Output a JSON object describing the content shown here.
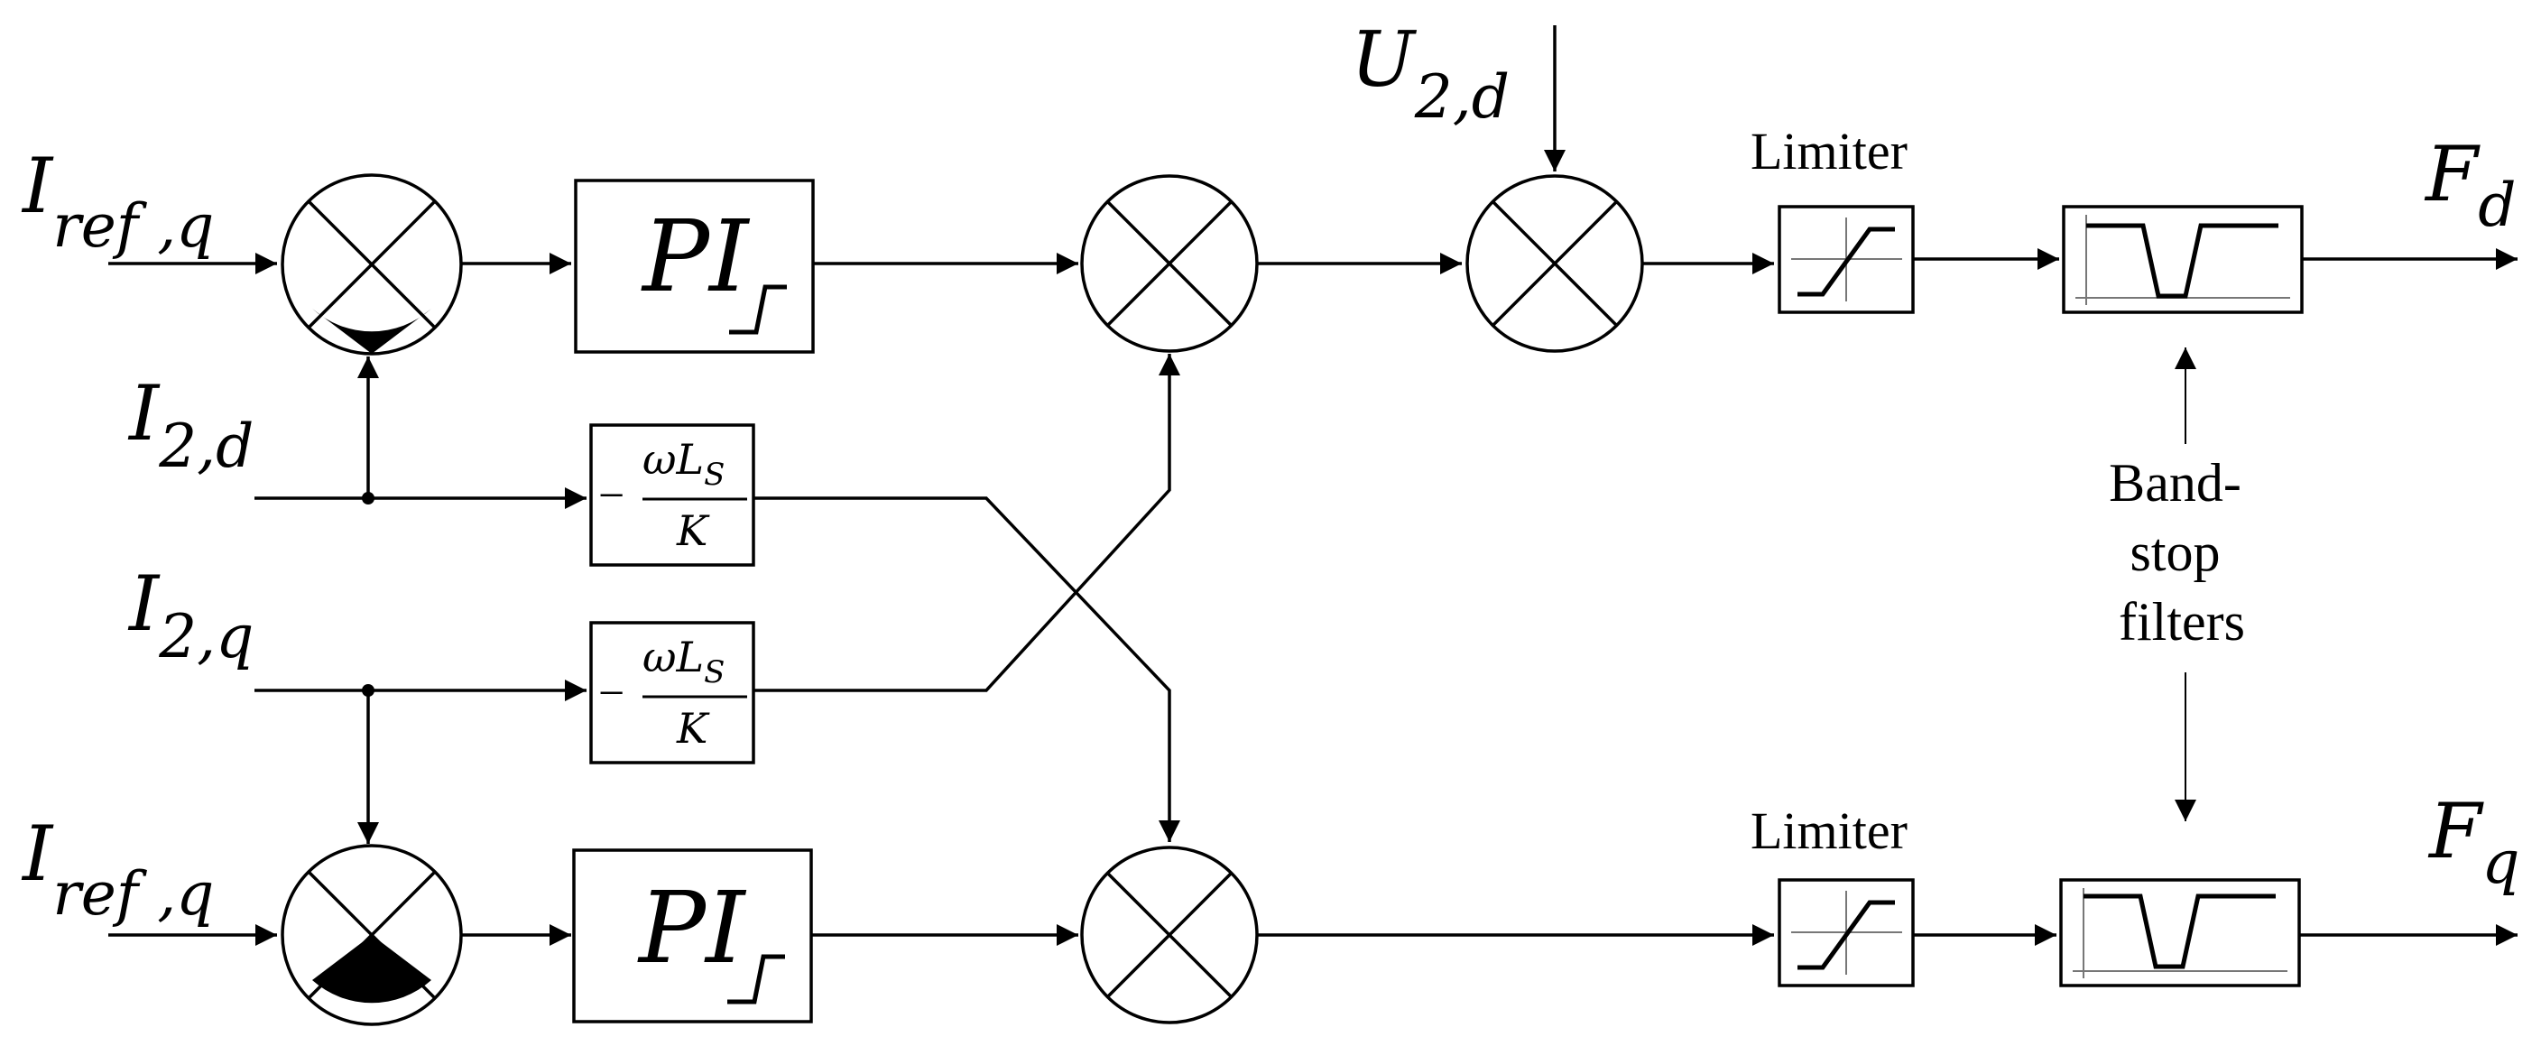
{
  "inputs": {
    "iref_top": {
      "main": "I",
      "sub": "ref ,q"
    },
    "i2d": {
      "main": "I",
      "sub": "2,d"
    },
    "i2q": {
      "main": "I",
      "sub": "2,q"
    },
    "iref_bottom": {
      "main": "I",
      "sub": "ref ,q"
    },
    "u2d": {
      "main": "U",
      "sub": "2,d"
    }
  },
  "outputs": {
    "fd": {
      "main": "F",
      "sub": "d"
    },
    "fq": {
      "main": "F",
      "sub": "q"
    }
  },
  "pi_block": {
    "main": "PI"
  },
  "decoupling_gain": {
    "sign": "−",
    "numerator": "ωL",
    "numerator_sub": "S",
    "denominator": "K"
  },
  "limiter_label": "Limiter",
  "bandstop_label": [
    "Band-",
    "stop",
    "filters"
  ],
  "colors": {
    "stroke": "#000000",
    "grid": "#777777",
    "background": "#ffffff"
  }
}
